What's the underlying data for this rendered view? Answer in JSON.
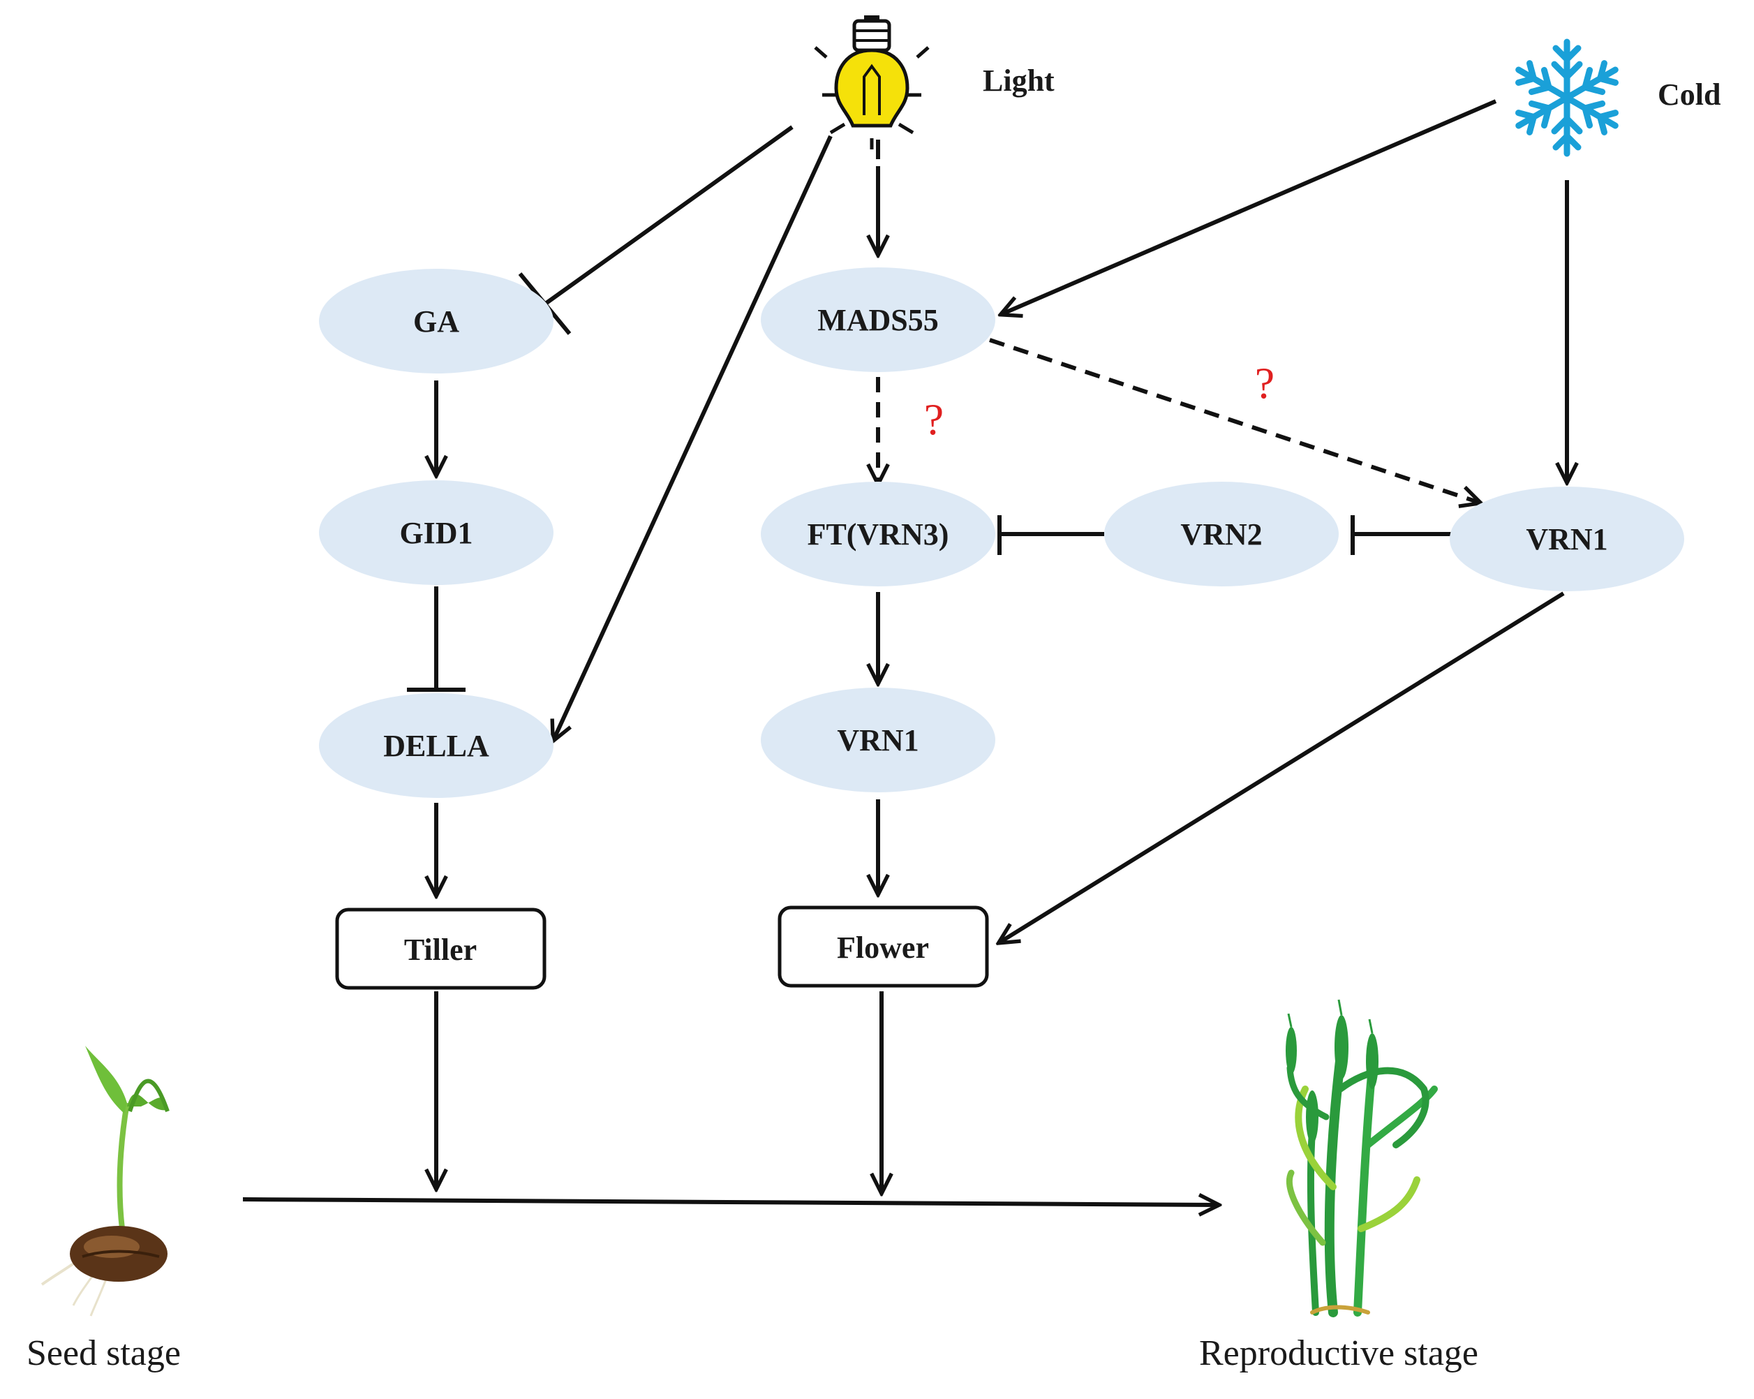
{
  "inputs": {
    "light_label": "Light",
    "cold_label": "Cold",
    "light_icon": "light-bulb-icon",
    "cold_icon": "snowflake-icon",
    "snowflake_color": "#1aa0d8",
    "bulb_color": "#f5e10a"
  },
  "nodes": {
    "ga": "GA",
    "gid1": "GID1",
    "della": "DELLA",
    "mads55": "MADS55",
    "ft_vrn3": "FT(VRN3)",
    "vrn2": "VRN2",
    "vrn1_right": "VRN1",
    "vrn1_center": "VRN1",
    "node_color": "#dde9f5"
  },
  "outputs": {
    "tiller": "Tiller",
    "flower": "Flower"
  },
  "unknown_marks": {
    "mads55_to_ft": "?",
    "mads55_to_vrn1": "?"
  },
  "stages": {
    "seed": "Seed stage",
    "reproductive": "Reproductive stage",
    "seed_icon": "seedling-icon",
    "reproductive_icon": "wheat-plant-icon"
  }
}
